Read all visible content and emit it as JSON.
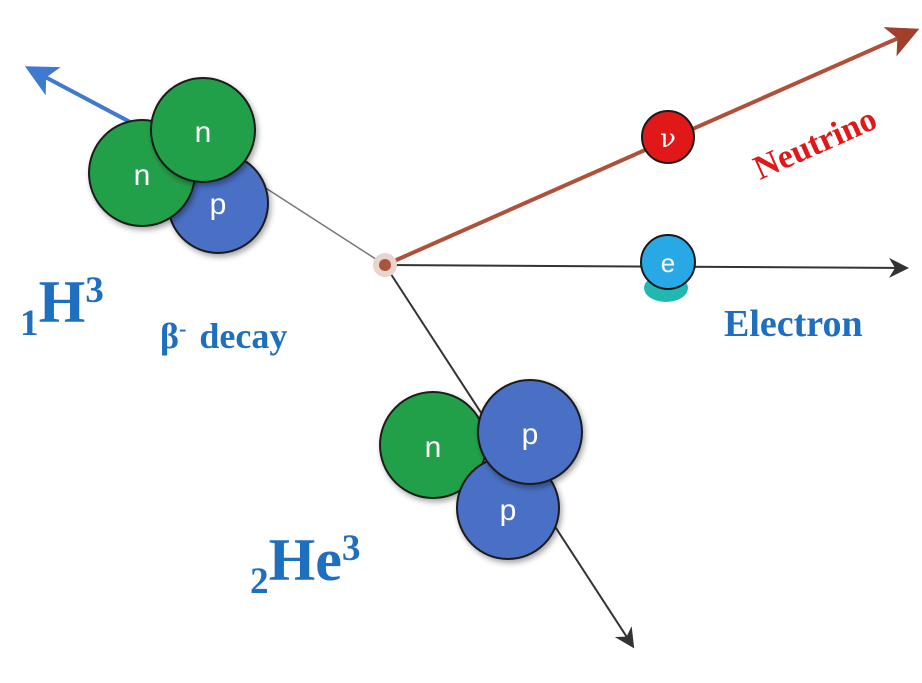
{
  "nucleons": {
    "neutron_symbol": "n",
    "proton_symbol": "p"
  },
  "particles": {
    "neutrino_symbol": "ν",
    "electron_symbol": "e"
  },
  "labels": {
    "neutrino": "Neutrino",
    "electron": "Electron",
    "decay_beta": "β",
    "decay_sign": "-",
    "decay_word": "decay",
    "tritium": {
      "atomic_number": "1",
      "element": "H",
      "mass_number": "3"
    },
    "helium": {
      "atomic_number": "2",
      "element": "He",
      "mass_number": "3"
    }
  },
  "colors": {
    "neutron": "#22a04a",
    "proton": "#4a6fc4",
    "neutrino": "#e01818",
    "electron": "#29a8e6",
    "label_blue": "#1f6fc0",
    "neutrino_label": "#e01818",
    "track_dark": "#555555",
    "neutrino_track": "#b0503a",
    "recoil_arrow": "#3f7ad0"
  }
}
